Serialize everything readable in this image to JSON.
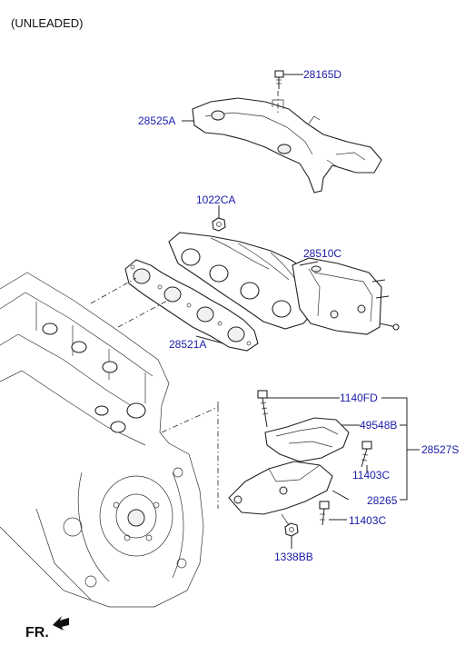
{
  "header": {
    "variant": "(UNLEADED)"
  },
  "footer": {
    "direction_label": "FR."
  },
  "parts": [
    {
      "id": "28165D"
    },
    {
      "id": "28525A"
    },
    {
      "id": "1022CA"
    },
    {
      "id": "28510C"
    },
    {
      "id": "28521A"
    },
    {
      "id": "1140FD"
    },
    {
      "id": "49548B"
    },
    {
      "id": "28527S"
    },
    {
      "id": "11403C"
    },
    {
      "id": "28265"
    },
    {
      "id": "11403C"
    },
    {
      "id": "1338BB"
    }
  ],
  "colors": {
    "label": "#1a1aa8",
    "line": "#222222",
    "background": "#ffffff"
  }
}
